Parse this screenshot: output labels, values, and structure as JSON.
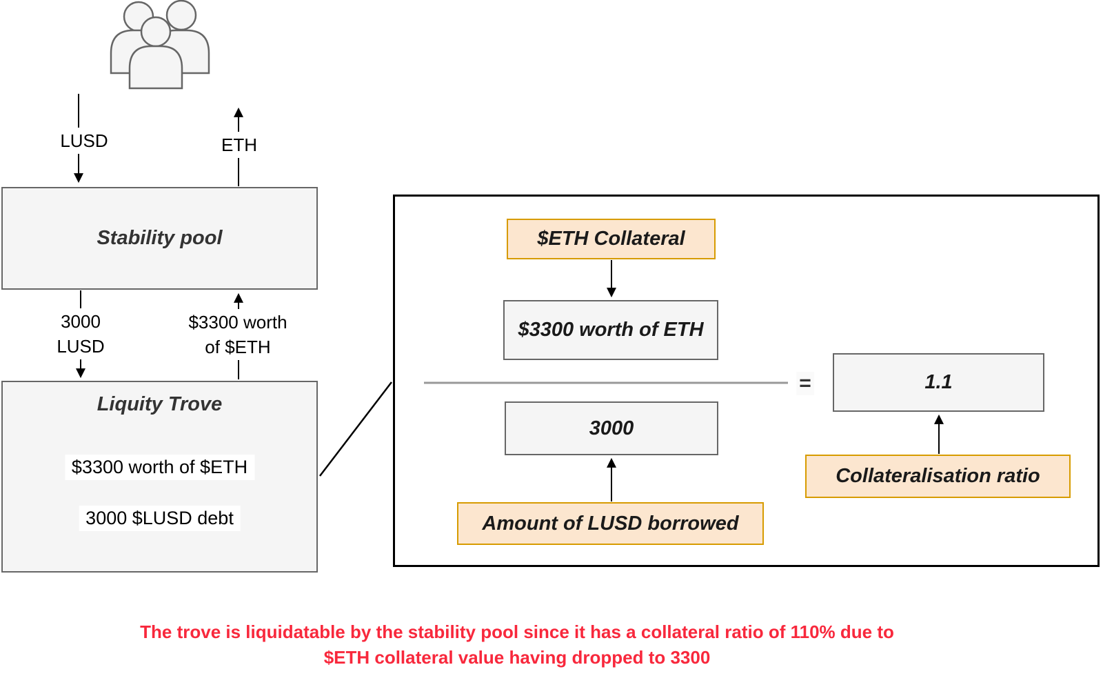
{
  "colors": {
    "gray_box_fill": "#F5F5F5",
    "gray_box_border": "#666666",
    "orange_box_fill": "#FCE6CF",
    "orange_box_border": "#D79B00",
    "panel_border": "#000000",
    "arrow_color": "#000000",
    "divider_color": "#999999",
    "caption_red": "#F8283C",
    "title_text": "#333333"
  },
  "icons": {
    "users_icon": "three-person-group"
  },
  "flow": {
    "lusd_label": "LUSD",
    "eth_label": "ETH",
    "stability_pool_title": "Stability pool",
    "deposit_line1": "3000",
    "deposit_line2": "LUSD",
    "reward_line1": "$3300 worth",
    "reward_line2": "of $ETH",
    "trove_title": "Liquity Trove",
    "trove_collateral": "$3300 worth of $ETH",
    "trove_debt": "3000 $LUSD debt"
  },
  "formula": {
    "collateral_label": "$ETH Collateral",
    "numerator": "$3300 worth of ETH",
    "denominator": "3000",
    "equals_sign": "=",
    "result": "1.1",
    "borrowed_label": "Amount of LUSD borrowed",
    "ratio_label": "Collateralisation ratio"
  },
  "caption": {
    "line1": "The trove is liquidatable by the stability pool since it has a collateral ratio of 110% due to",
    "line2": "$ETH collateral value having dropped to 3300"
  }
}
